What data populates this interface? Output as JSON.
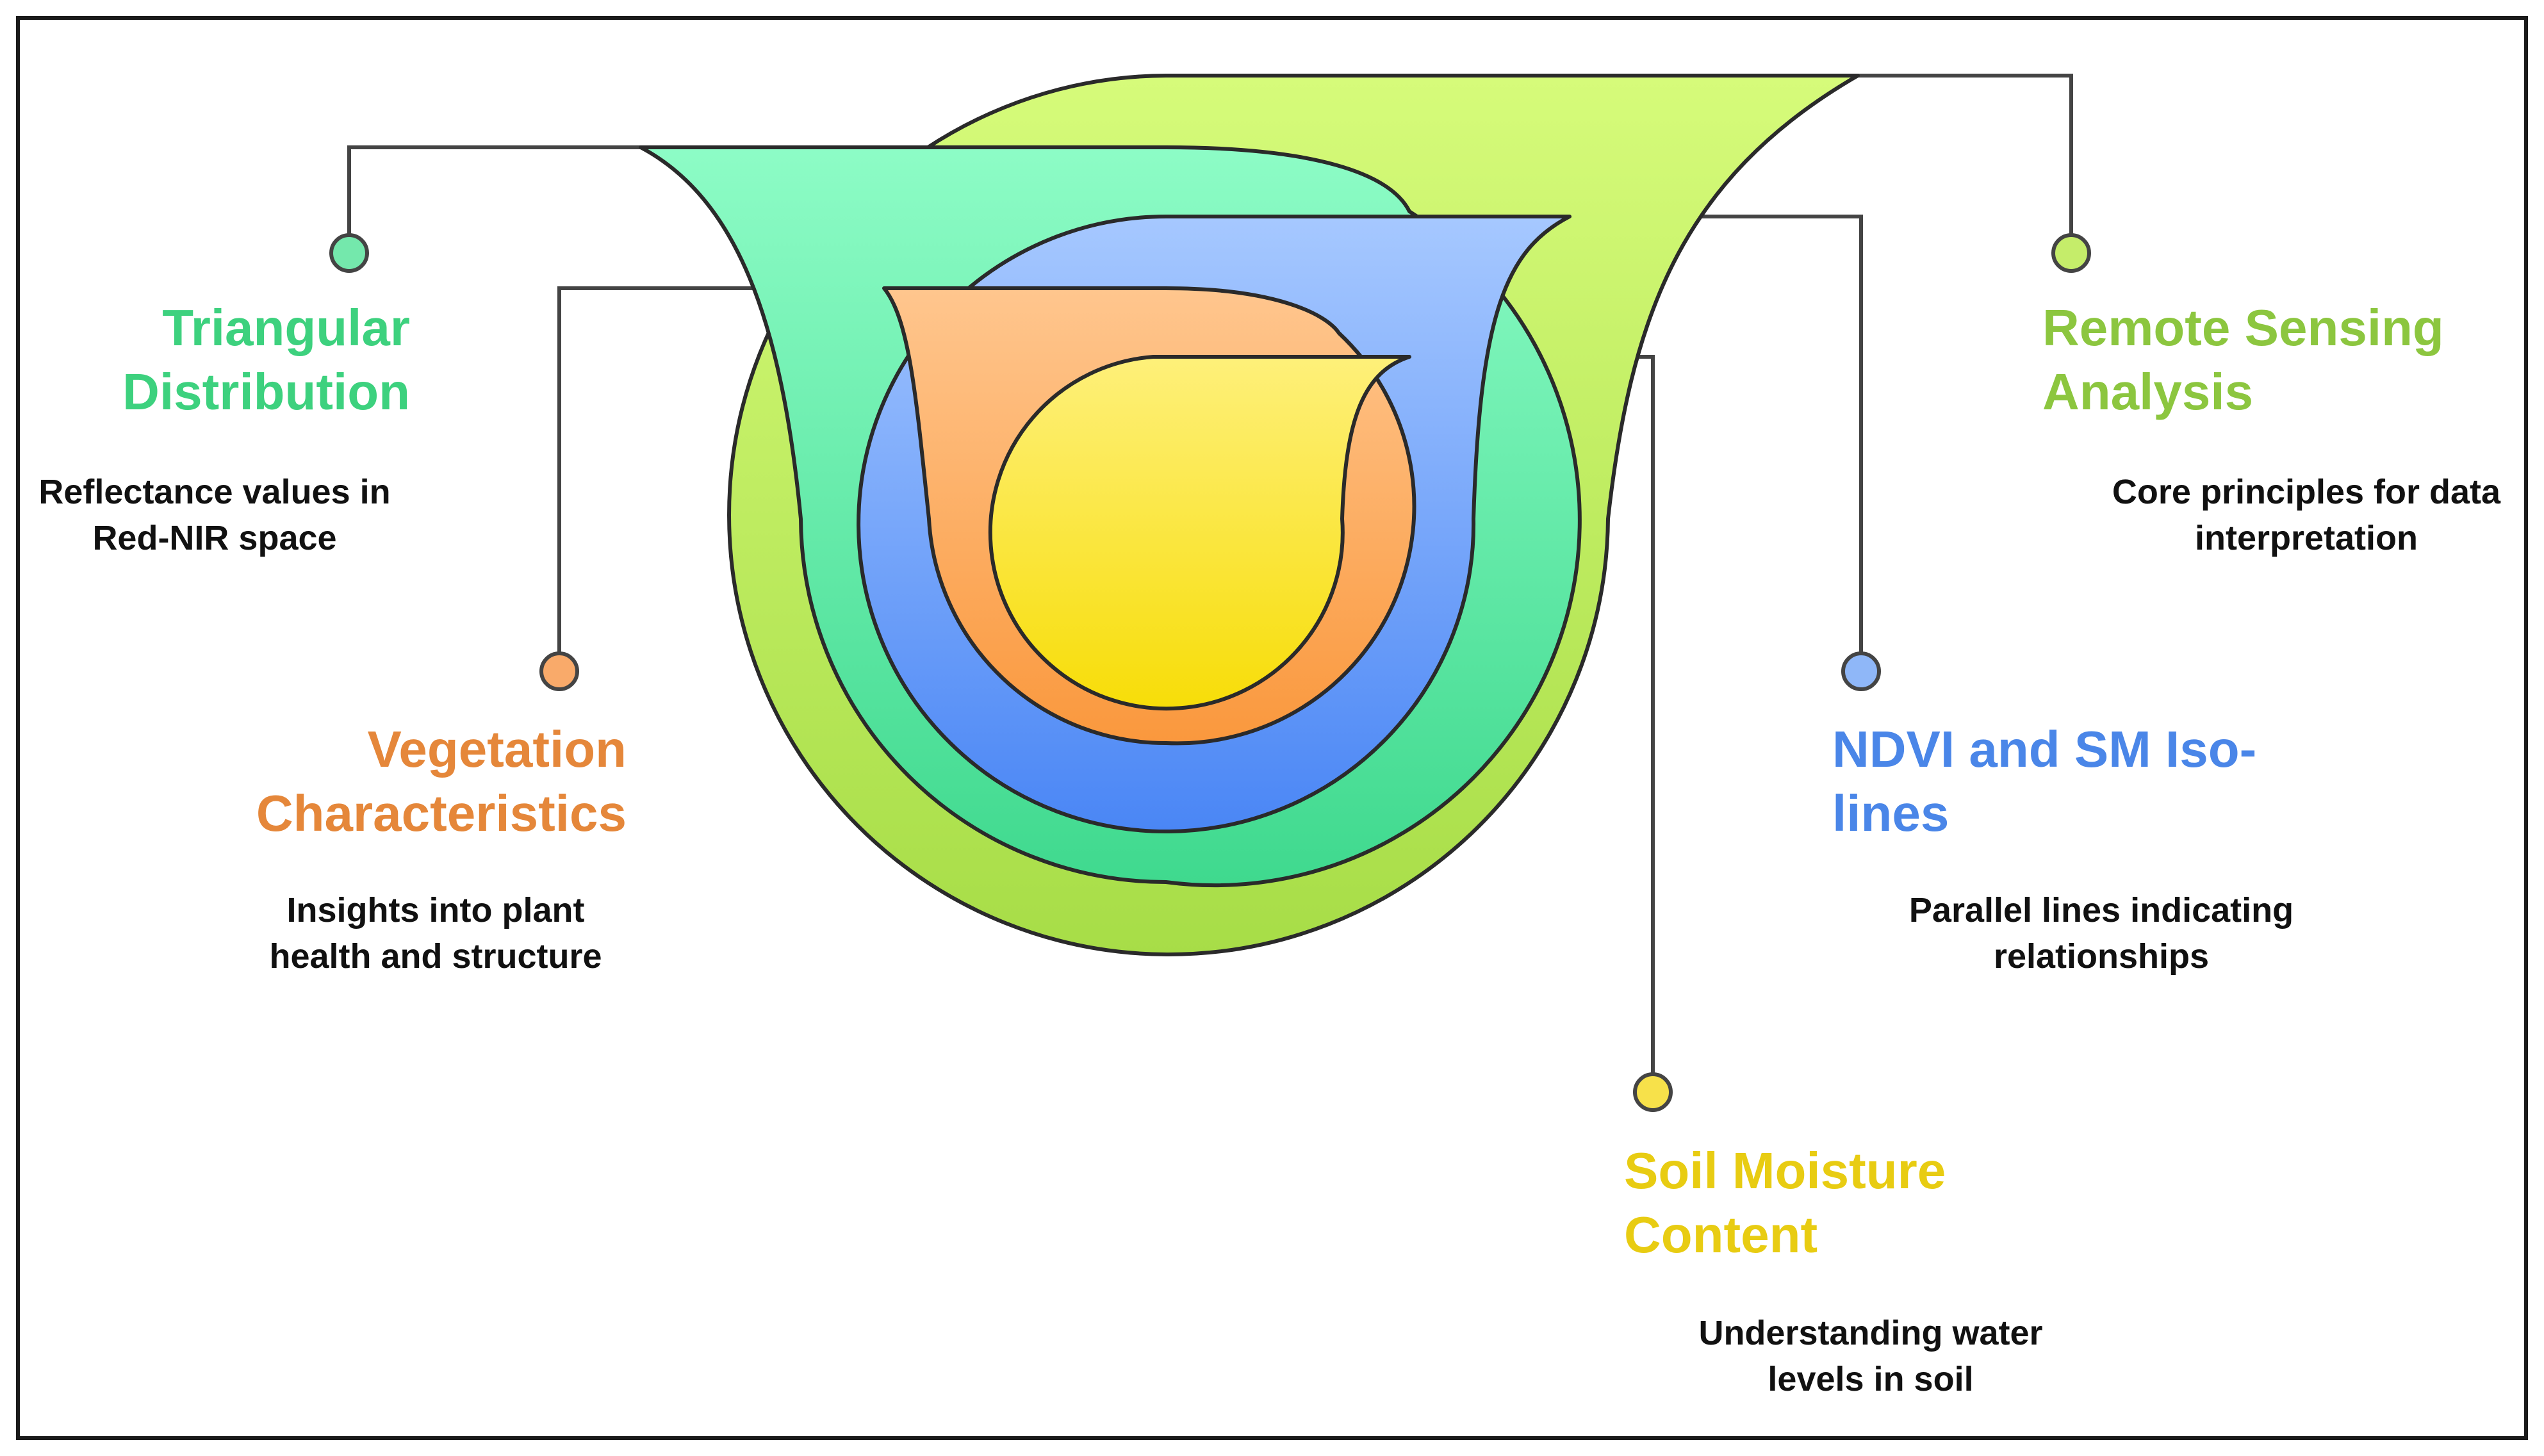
{
  "colors": {
    "remote_sensing": "#8cc63f",
    "triangular": "#3dd17e",
    "ndvi": "#4a86e8",
    "vegetation": "#e5873a",
    "soil_moisture": "#e8cc12",
    "connector": "#444444"
  },
  "items": {
    "remote_sensing": {
      "title": "Remote Sensing Analysis",
      "description": "Core principles for data interpretation"
    },
    "triangular": {
      "title": "Triangular Distribution",
      "description": "Reflectance values in Red-NIR space"
    },
    "ndvi": {
      "title": "NDVI and SM Iso-lines",
      "description": "Parallel lines indicating relationships"
    },
    "vegetation": {
      "title": "Vegetation Characteristics",
      "description": "Insights into plant health and structure"
    },
    "soil_moisture": {
      "title": "Soil Moisture Content",
      "description": "Understanding water levels in soil"
    }
  }
}
